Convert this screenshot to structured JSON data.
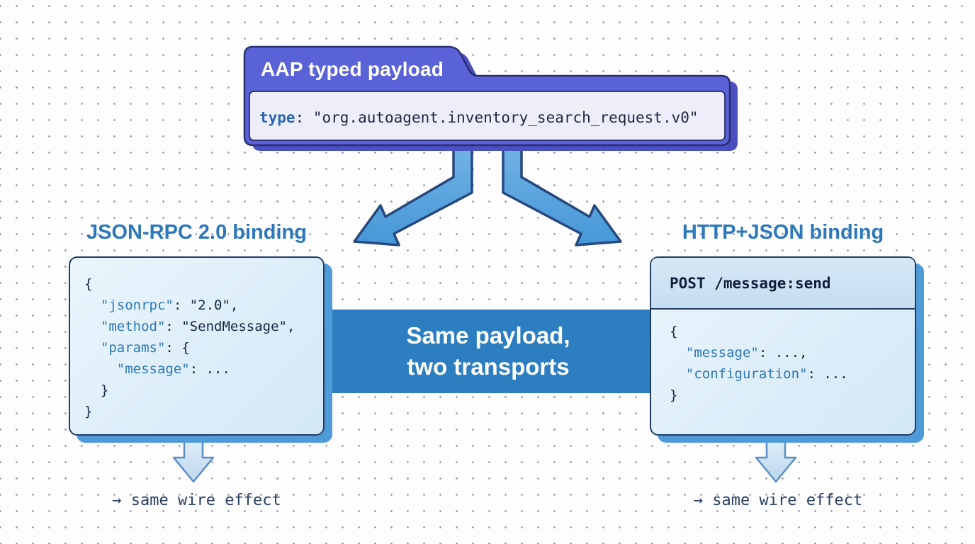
{
  "top_card": {
    "title": "AAP typed payload",
    "code": [
      [
        [
          "kb",
          "type"
        ],
        [
          "p",
          ": \"org.autoagent.inventory_search_request.v0\""
        ]
      ]
    ]
  },
  "band": {
    "line1": "Same payload,",
    "line2": "two transports"
  },
  "left_binding": {
    "heading": "JSON-RPC 2.0 binding",
    "code": [
      [
        [
          "p",
          "{"
        ]
      ],
      [
        [
          "p",
          "  "
        ],
        [
          "k",
          "\"jsonrpc\""
        ],
        [
          "p",
          ": \"2.0\","
        ]
      ],
      [
        [
          "p",
          "  "
        ],
        [
          "k",
          "\"method\""
        ],
        [
          "p",
          ": \"SendMessage\","
        ]
      ],
      [
        [
          "p",
          "  "
        ],
        [
          "k",
          "\"params\""
        ],
        [
          "p",
          ": {"
        ]
      ],
      [
        [
          "p",
          "    "
        ],
        [
          "k",
          "\"message\""
        ],
        [
          "p",
          ": ..."
        ]
      ],
      [
        [
          "p",
          "  }"
        ]
      ],
      [
        [
          "p",
          "}"
        ]
      ]
    ],
    "footer": "→ same wire effect"
  },
  "right_binding": {
    "heading": "HTTP+JSON binding",
    "method_line": [
      [
        [
          "b",
          "POST /message:send"
        ]
      ]
    ],
    "code": [
      [
        [
          "p",
          "{"
        ]
      ],
      [
        [
          "p",
          "  "
        ],
        [
          "k",
          "\"message\""
        ],
        [
          "p",
          ": ...,"
        ]
      ],
      [
        [
          "p",
          "  "
        ],
        [
          "k",
          "\"configuration\""
        ],
        [
          "p",
          ": ..."
        ]
      ],
      [
        [
          "p",
          "}"
        ]
      ]
    ],
    "footer": "→ same wire effect"
  },
  "icons": {
    "fanout_left": "down-left-arrow",
    "fanout_right": "down-right-arrow",
    "flow_left": "down-arrow",
    "flow_right": "down-arrow"
  },
  "colors": {
    "card_purple": "#5a62d8",
    "card_purple_shadow": "#4a50c0",
    "card_outline": "#2b2e6e",
    "card_body": "#edeefa",
    "band_blue": "#2d7ec1",
    "arrow_blue": "#55a3dc",
    "arrow_outline": "#26487e",
    "box_fill": "#dcecf8",
    "box_border": "#233c64",
    "box_shadow": "#4f9ad8",
    "key_blue": "#2e77b5",
    "heading_blue": "#2d78bb",
    "text_dark": "#16263f"
  }
}
